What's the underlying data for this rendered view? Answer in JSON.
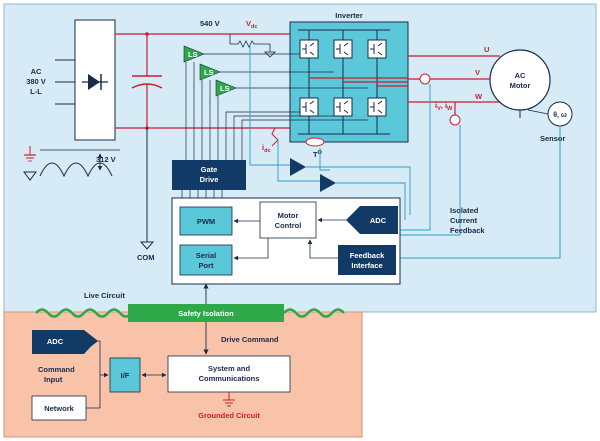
{
  "live_region": {
    "label": "Live Circuit"
  },
  "grounded_region": {
    "label": "Grounded Circuit"
  },
  "supply": {
    "label_line1": "AC",
    "label_line2": "380 V",
    "label_line3": "L-L"
  },
  "dc_bus": {
    "voltage": "540 V",
    "vdc_label": "V",
    "vdc_sub": "dc",
    "ripple_voltage": "312 V"
  },
  "inverter": {
    "label": "Inverter",
    "phases": [
      "U",
      "V",
      "W"
    ]
  },
  "motor": {
    "label_line1": "AC",
    "label_line2": "Motor"
  },
  "sensor": {
    "label": "Sensor",
    "symbol": "θ, ω"
  },
  "currents": {
    "iv_iw": "i",
    "iv_sub": "V",
    "iw_sub": "W",
    "idc": "i",
    "idc_sub": "dc",
    "temp": "T",
    "temp_sup": "O"
  },
  "level_shifters": [
    "LS",
    "LS",
    "LS"
  ],
  "gate_drive": {
    "line1": "Gate",
    "line2": "Drive"
  },
  "com": {
    "label": "COM"
  },
  "controller": {
    "pwm": "PWM",
    "motor_control_line1": "Motor",
    "motor_control_line2": "Control",
    "adc": "ADC",
    "serial_port_line1": "Serial",
    "serial_port_line2": "Port",
    "feedback_line1": "Feedback",
    "feedback_line2": "Interface"
  },
  "isolated_feedback": {
    "line1": "Isolated",
    "line2": "Current",
    "line3": "Feedback"
  },
  "safety_isolation": {
    "label": "Safety Isolation"
  },
  "drive_command": {
    "label": "Drive Command"
  },
  "command_side": {
    "adc": "ADC",
    "command_input_line1": "Command",
    "command_input_line2": "Input",
    "network": "Network",
    "if_block": "I/F",
    "syscomm_line1": "System and",
    "syscomm_line2": "Communications"
  },
  "colors": {
    "live_bg": "#d6ebf5",
    "grounded_bg": "#f8c3a8",
    "navy": "#123a66",
    "cyan": "#5bc8da",
    "green": "#2fa84a",
    "red": "#c81e32",
    "blue_wire": "#2a9cc8"
  }
}
